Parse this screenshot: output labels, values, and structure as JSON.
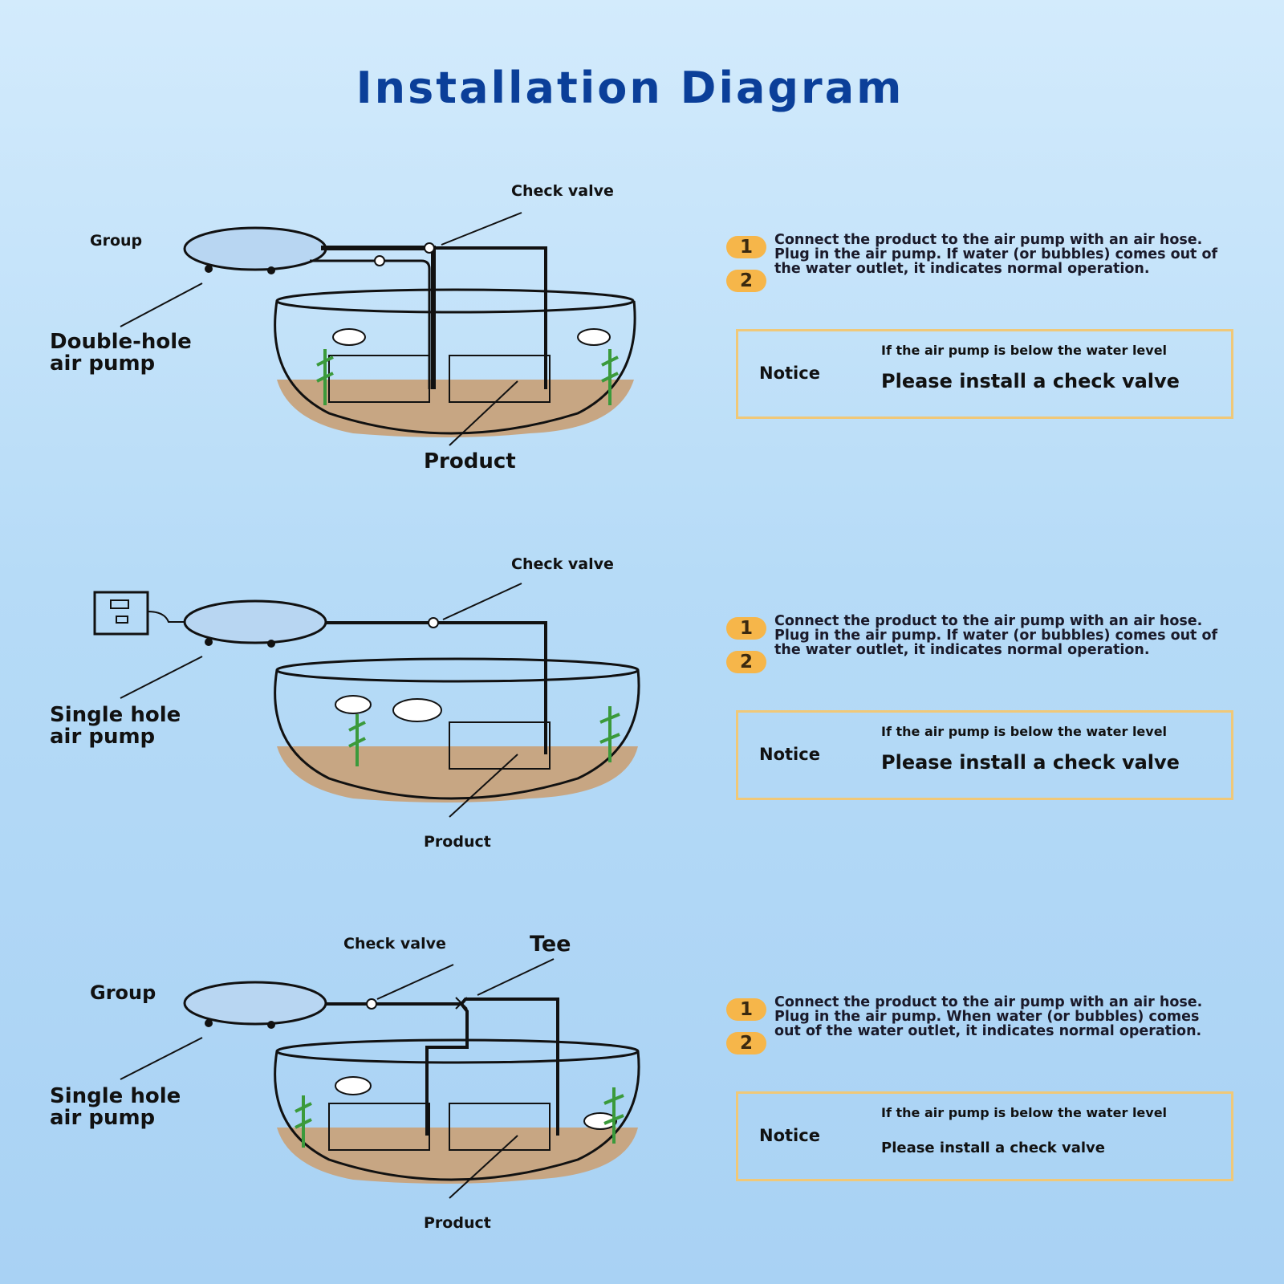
{
  "title": "Installation Diagram",
  "colors": {
    "title": "#0b3f99",
    "badge": "#f6b64a",
    "notice_border": "#f0c878",
    "sand": "#c7a683",
    "plant": "#3b9a3b"
  },
  "sections": [
    {
      "labels": {
        "check_valve": "Check valve",
        "group": "Group",
        "pump": "Double-hole\nair pump",
        "product": "Product"
      },
      "steps": {
        "badge1": "1",
        "badge2": "2",
        "text": "Connect the product to the air pump with an air hose. Plug in the air pump. If water (or bubbles) comes out of the water outlet, it indicates normal operation."
      },
      "notice": {
        "label": "Notice",
        "small": "If the air pump is below the water level",
        "big": "Please install a check valve"
      }
    },
    {
      "labels": {
        "check_valve": "Check valve",
        "pump": "Single hole\nair pump",
        "product": "Product"
      },
      "steps": {
        "badge1": "1",
        "badge2": "2",
        "text": "Connect the product to the air pump with an air hose. Plug in the air pump. If water (or bubbles) comes out of the water outlet, it indicates normal operation."
      },
      "notice": {
        "label": "Notice",
        "small": "If the air pump is below the water level",
        "big": "Please install a check valve"
      }
    },
    {
      "labels": {
        "check_valve": "Check valve",
        "tee": "Tee",
        "group": "Group",
        "pump": "Single hole\nair pump",
        "product": "Product"
      },
      "steps": {
        "badge1": "1",
        "badge2": "2",
        "text": "Connect the product to the air pump with an air hose. Plug in the air pump. When water (or bubbles) comes out of the water outlet, it indicates normal operation."
      },
      "notice": {
        "label": "Notice",
        "small": "If the air pump is below the water level",
        "big": "Please install a check valve"
      }
    }
  ]
}
